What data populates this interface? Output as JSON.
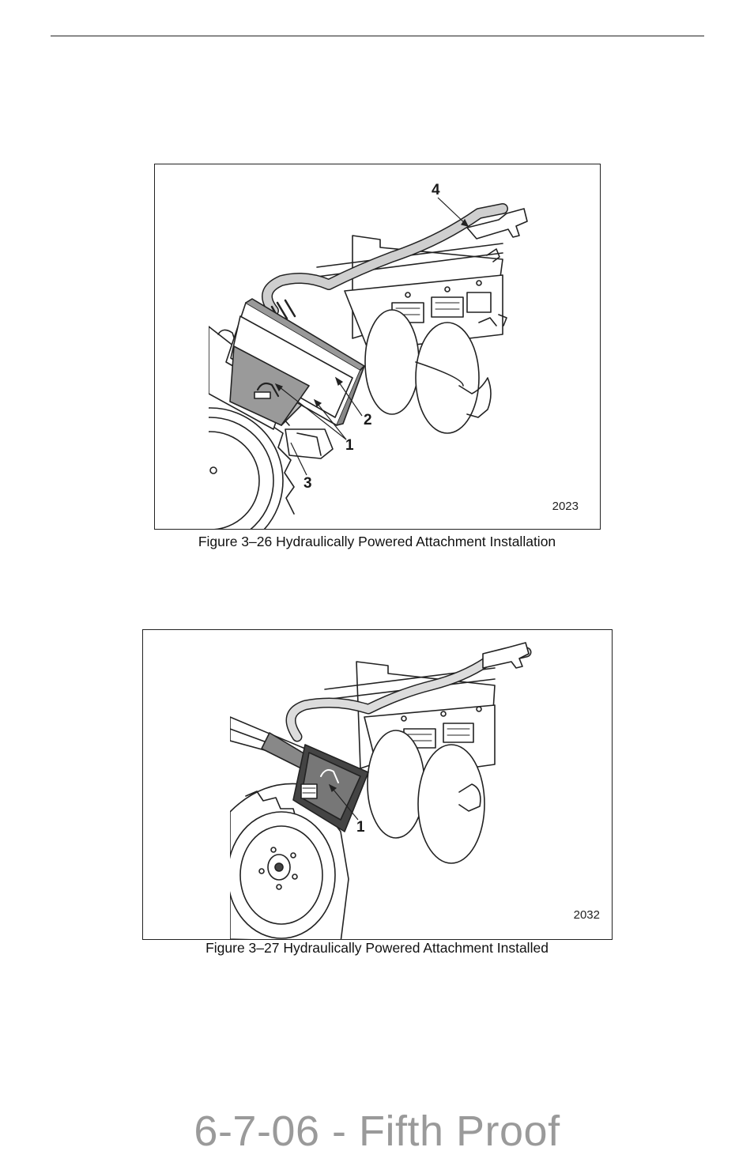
{
  "figures": [
    {
      "id_label": "2023",
      "caption": "Figure 3–26 Hydraulically Powered Attachment Installation",
      "callouts": [
        "4",
        "2",
        "1",
        "3"
      ]
    },
    {
      "id_label": "2032",
      "caption": "Figure 3–27 Hydraulically Powered Attachment Installed",
      "callouts": [
        "1"
      ]
    }
  ],
  "watermark": "6-7-06 - Fifth Proof"
}
